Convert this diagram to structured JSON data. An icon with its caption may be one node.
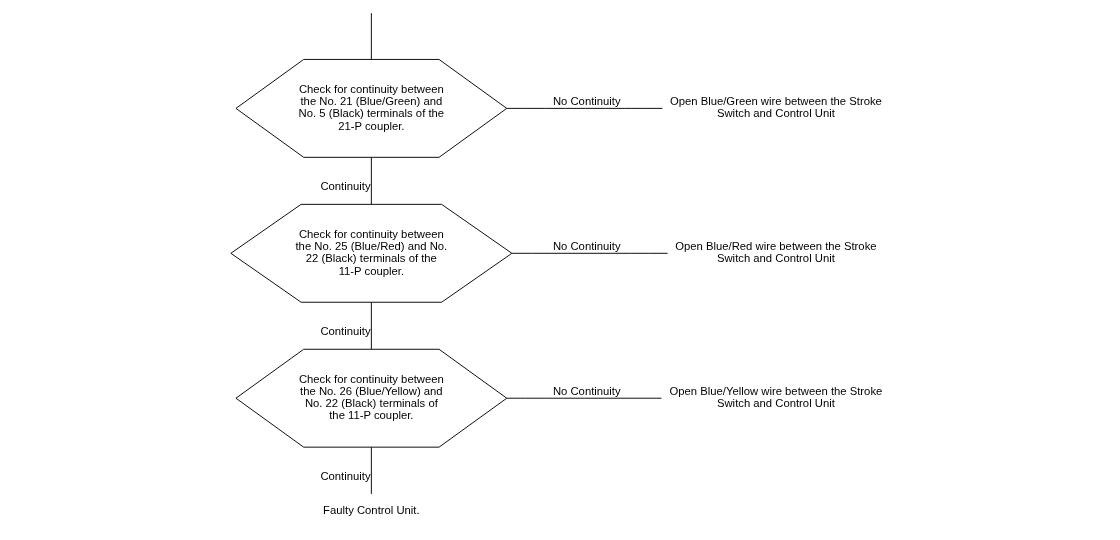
{
  "diagram": {
    "nodes": [
      {
        "text": [
          "Check for continuity between the No. 21 (Blue/Green) and No. 5 (Black) terminals of the 21-P coupler."
        ]
      },
      {
        "text": [
          "Open Blue/Green wire between the Stroke Switch and Control Unit"
        ]
      },
      {
        "text": [
          "Check for continuity between the No. 25 (Blue/Red) and No. 22 (Black) terminals of the 11-P coupler."
        ]
      },
      {
        "text": [
          "Open Blue/Red wire between the Stroke Switch and Control Unit"
        ]
      },
      {
        "text": [
          "Check for continuity between the No. 26 (Blue/Yellow) and No. 22 (Black) terminals of the 11-P coupler."
        ]
      },
      {
        "text": [
          "Open Blue/Yellow wire between the Stroke Switch and Control Unit"
        ]
      },
      {
        "text": [
          "Faulty Control Unit."
        ]
      }
    ],
    "edges": [
      {
        "from": null,
        "to": 0,
        "arrow": "none"
      },
      {
        "from": 0,
        "to": 1,
        "arrow": "none",
        "label": "No Continuity"
      },
      {
        "from": 0,
        "to": 2,
        "arrow": "none",
        "label": "Continuity"
      },
      {
        "from": 2,
        "to": 3,
        "arrow": "none",
        "label": "No Continuity"
      },
      {
        "from": 2,
        "to": 4,
        "arrow": "none",
        "label": "Continuity"
      },
      {
        "from": 4,
        "to": 5,
        "arrow": "none",
        "label": "No Continuity"
      },
      {
        "from": 4,
        "to": 6,
        "arrow": "none",
        "label": "Continuity"
      }
    ]
  }
}
